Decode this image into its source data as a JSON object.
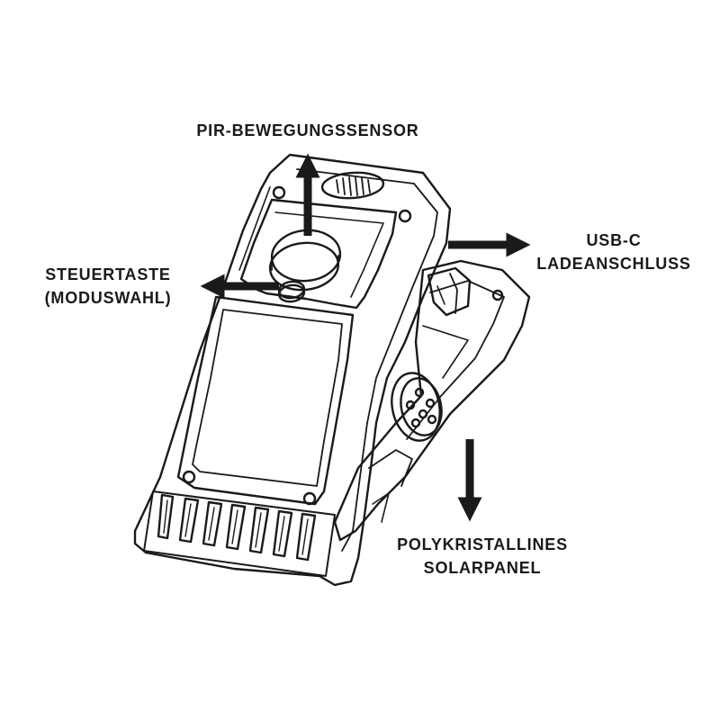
{
  "labels": {
    "pir_sensor": "PIR-BEWEGUNGSSENSOR",
    "control_button": [
      "STEUERTASTE",
      "(MODUSWAHL)"
    ],
    "usb_c_port": [
      "USB-C",
      "LADEANSCHLUSS"
    ],
    "solar_panel": [
      "POLYKRISTALLINES",
      "SOLARPANEL"
    ]
  },
  "colors": {
    "line": "#1a1a1a",
    "background": "#ffffff"
  }
}
